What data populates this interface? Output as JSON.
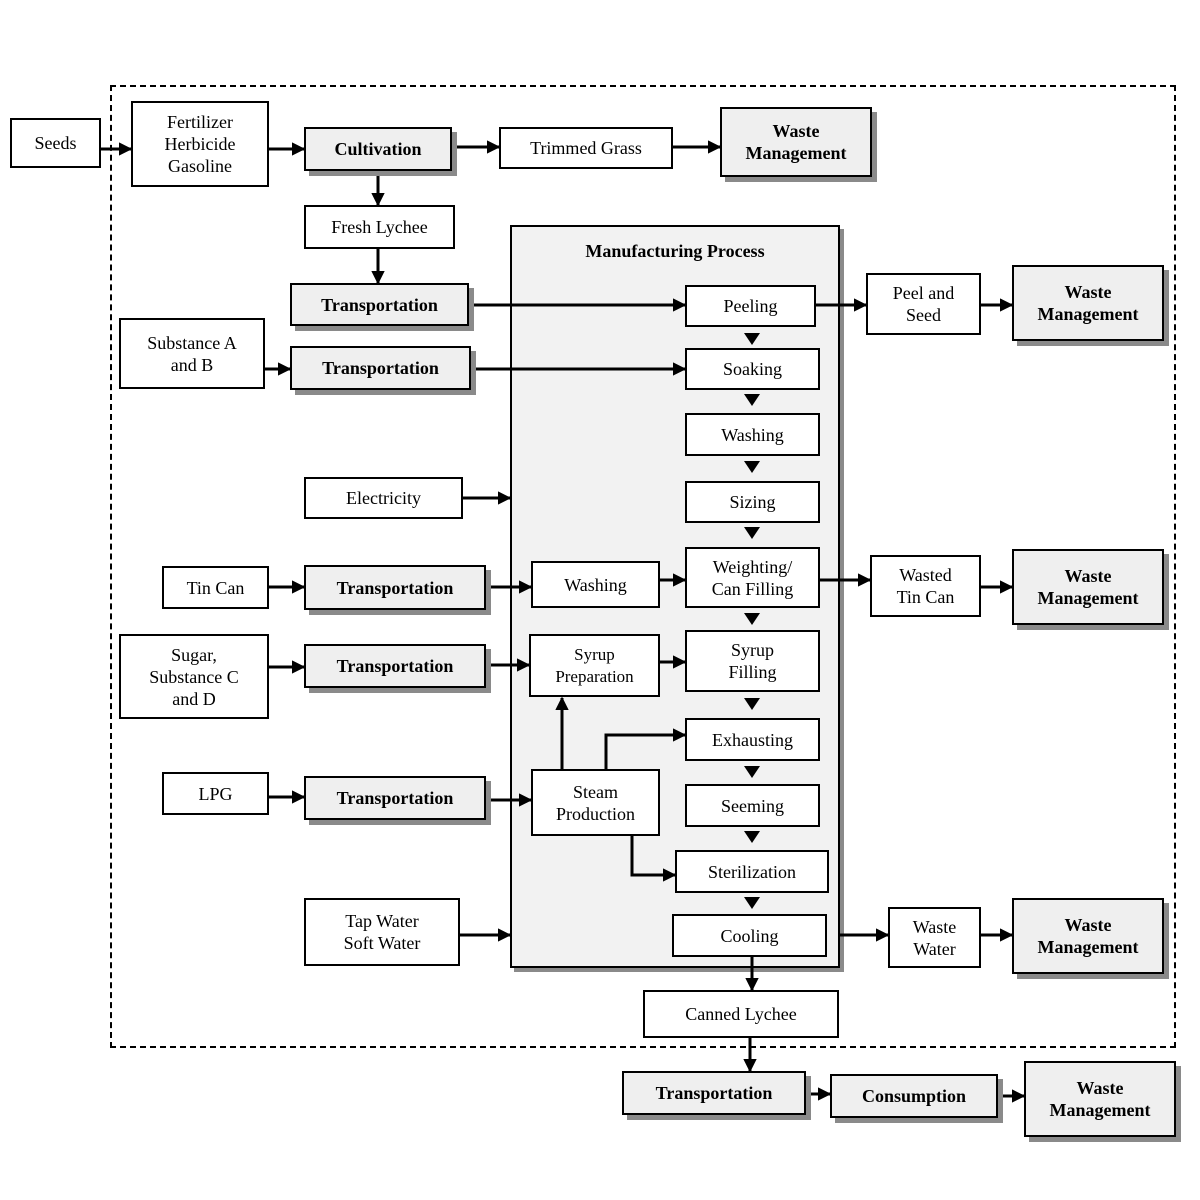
{
  "nodes": {
    "seeds": "Seeds",
    "inputs": "Fertilizer\nHerbicide\nGasoline",
    "cultivation": "Cultivation",
    "trimmed_grass": "Trimmed Grass",
    "waste_mgmt_1": "Waste\nManagement",
    "fresh_lychee": "Fresh Lychee",
    "transport_1": "Transportation",
    "substance_ab": "Substance A\nand B",
    "transport_2": "Transportation",
    "electricity": "Electricity",
    "tin_can": "Tin Can",
    "transport_3": "Transportation",
    "sugar": "Sugar,\nSubstance C\nand D",
    "transport_4": "Transportation",
    "lpg": "LPG",
    "transport_5": "Transportation",
    "water": "Tap Water\nSoft Water",
    "manufacturing_title": "Manufacturing Process",
    "peeling": "Peeling",
    "soaking": "Soaking",
    "washing_1": "Washing",
    "sizing": "Sizing",
    "weighting": "Weighting/\nCan Filling",
    "washing_2": "Washing",
    "syrup_prep": "Syrup\nPreparation",
    "syrup_filling": "Syrup\nFilling",
    "exhausting": "Exhausting",
    "steam": "Steam\nProduction",
    "seeming": "Seeming",
    "sterilization": "Sterilization",
    "cooling": "Cooling",
    "peel_seed": "Peel and\nSeed",
    "waste_mgmt_2": "Waste\nManagement",
    "wasted_tin": "Wasted\nTin Can",
    "waste_mgmt_3": "Waste\nManagement",
    "waste_water": "Waste\nWater",
    "waste_mgmt_4": "Waste\nManagement",
    "canned_lychee": "Canned Lychee",
    "transport_6": "Transportation",
    "consumption": "Consumption",
    "waste_mgmt_5": "Waste\nManagement"
  }
}
